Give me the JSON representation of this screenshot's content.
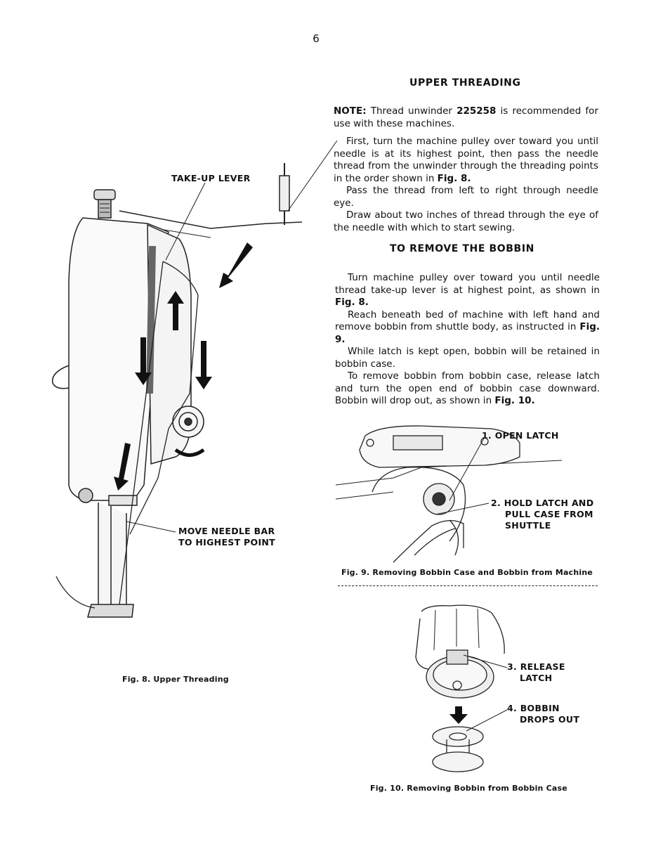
{
  "page_number": "6",
  "upper_threading": {
    "title": "UPPER THREADING",
    "note_label": "NOTE:",
    "note_text_1": " Thread unwinder ",
    "note_part": "225258",
    "note_text_2": " is recommended for use with these machines.",
    "p1_a": "First, turn the machine pulley over toward you until needle is at its highest point, then pass the needle thread from the unwinder through the threading points in the order shown in ",
    "p1_ref": "Fig. 8.",
    "p2": "Pass the thread from left to right through needle eye.",
    "p3": "Draw about two inches of thread through the eye of the needle with which to start sewing."
  },
  "remove_bobbin": {
    "title": "TO REMOVE THE BOBBIN",
    "p1_a": "Turn machine pulley over toward you until needle thread take-up lever is at highest point, as shown in ",
    "p1_ref": "Fig. 8.",
    "p2_a": "Reach beneath bed of machine with left hand and remove bobbin from shuttle body, as instructed in ",
    "p2_ref": "Fig. 9.",
    "p3": "While latch is kept open, bobbin will be retained in bobbin case.",
    "p4_a": "To remove bobbin from bobbin case, release latch and turn the open end of bobbin case downward. Bobbin will drop out, as shown in ",
    "p4_ref": "Fig. 10."
  },
  "fig8": {
    "label_takeup": "TAKE-UP LEVER",
    "label_needle_1": "MOVE NEEDLE BAR",
    "label_needle_2": "TO HIGHEST POINT",
    "caption": "Fig. 8. Upper Threading"
  },
  "fig9": {
    "label_1": "1. OPEN LATCH",
    "label_2a": "2. HOLD LATCH AND",
    "label_2b": "PULL CASE FROM",
    "label_2c": "SHUTTLE",
    "caption": "Fig. 9. Removing Bobbin Case and Bobbin from Machine"
  },
  "fig10": {
    "label_3a": "3. RELEASE",
    "label_3b": "LATCH",
    "label_4a": "4. BOBBIN",
    "label_4b": "DROPS OUT",
    "caption": "Fig. 10. Removing Bobbin from Bobbin Case"
  }
}
